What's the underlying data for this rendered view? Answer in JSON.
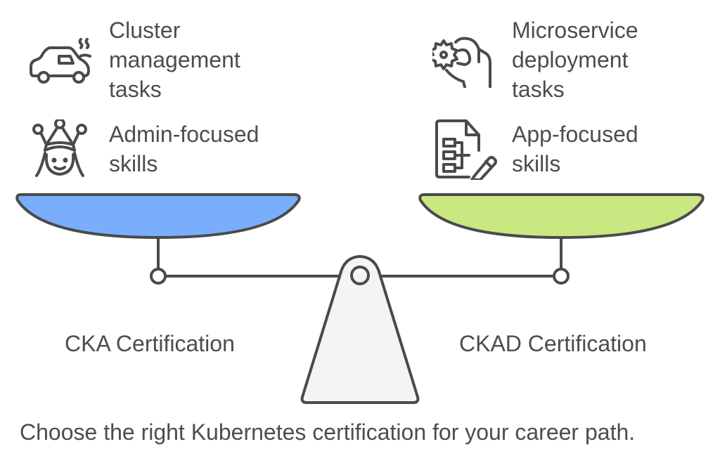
{
  "diagram": {
    "type": "balance-scale-comparison",
    "left": {
      "label": "CKA Certification",
      "pan_color": "#7aaefc",
      "items": [
        {
          "icon": "car-overheating-icon",
          "text": "Cluster\nmanagement\ntasks"
        },
        {
          "icon": "crown-queen-icon",
          "text": "Admin-focused\nskills"
        }
      ]
    },
    "right": {
      "label": "CKAD Certification",
      "pan_color": "#c9e882",
      "items": [
        {
          "icon": "hand-gear-icon",
          "text": "Microservice\ndeployment\ntasks"
        },
        {
          "icon": "document-edit-icon",
          "text": "App-focused\nskills"
        }
      ]
    },
    "caption": "Choose the right Kubernetes certification for your career path.",
    "colors": {
      "stroke": "#4a4a4a",
      "fulcrum_fill": "#f4f4f4",
      "text": "#4d4d4d"
    }
  }
}
